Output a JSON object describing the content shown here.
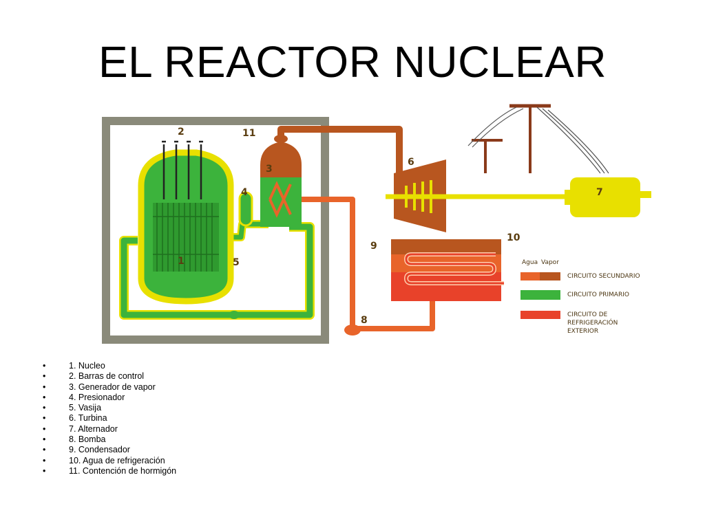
{
  "title": "EL REACTOR NUCLEAR",
  "diagram": {
    "component_numbers": [
      "1",
      "2",
      "3",
      "4",
      "5",
      "6",
      "7",
      "8",
      "9",
      "10",
      "11"
    ],
    "key_header_water": "Agua",
    "key_header_steam": "Vapor",
    "key_secondary": "CIRCUITO SECUNDARIO",
    "key_primary": "CIRCUITO PRIMARIO",
    "key_cooling_line1": "CIRCUITO DE",
    "key_cooling_line2": "REFRIGERACIÓN",
    "key_cooling_line3": "EXTERIOR",
    "colors": {
      "secondary": "#e8642a",
      "primary": "#3cb33c",
      "cooling": "#e8422a",
      "vessel": "#e8e000",
      "containment": "#8a8a7a",
      "steam": "#b8561f"
    }
  },
  "legend": [
    "1. Nucleo",
    "2. Barras de control",
    "3. Generador de vapor",
    "4. Presionador",
    "5. Vasija",
    "6. Turbina",
    "7. Alternador",
    "8. Bomba",
    "9. Condensador",
    "10. Agua de refrigeración",
    "11. Contención de hormigón"
  ]
}
